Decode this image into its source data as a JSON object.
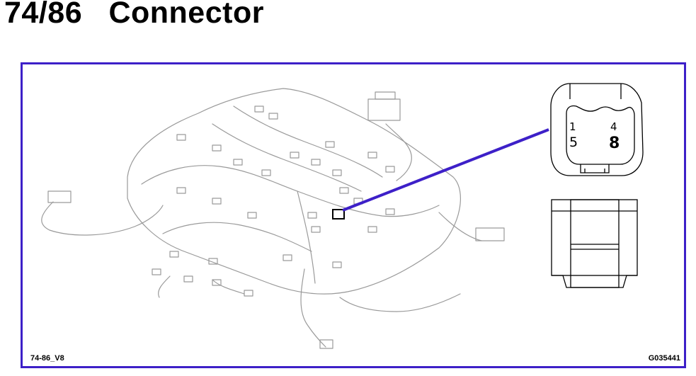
{
  "header": {
    "title": "74/86   Connector"
  },
  "footer": {
    "diagram_code": "74-86_V8",
    "figure_id": "G035441"
  },
  "connector": {
    "pins": {
      "p1": "1",
      "p4": "4",
      "p5": "5",
      "p8": "8"
    }
  },
  "colors": {
    "frame": "#3d20c8",
    "leader": "#3d20c8",
    "drawing": "#9a9a9a"
  }
}
